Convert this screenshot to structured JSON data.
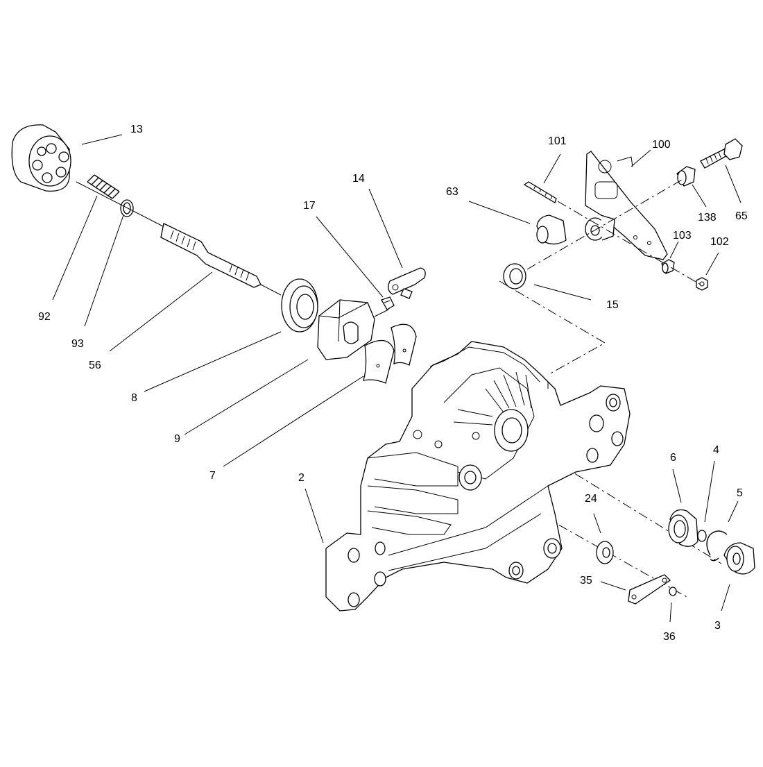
{
  "callouts": {
    "c13": "13",
    "c92": "92",
    "c93": "93",
    "c56": "56",
    "c14": "14",
    "c17": "17",
    "c8": "8",
    "c9": "9",
    "c7": "7",
    "c101": "101",
    "c100": "100",
    "c63": "63",
    "c138": "138",
    "c65": "65",
    "c103": "103",
    "c102": "102",
    "c15": "15",
    "c2": "2",
    "c6": "6",
    "c4": "4",
    "c5": "5",
    "c24": "24",
    "c35": "35",
    "c36": "36",
    "c3": "3"
  }
}
